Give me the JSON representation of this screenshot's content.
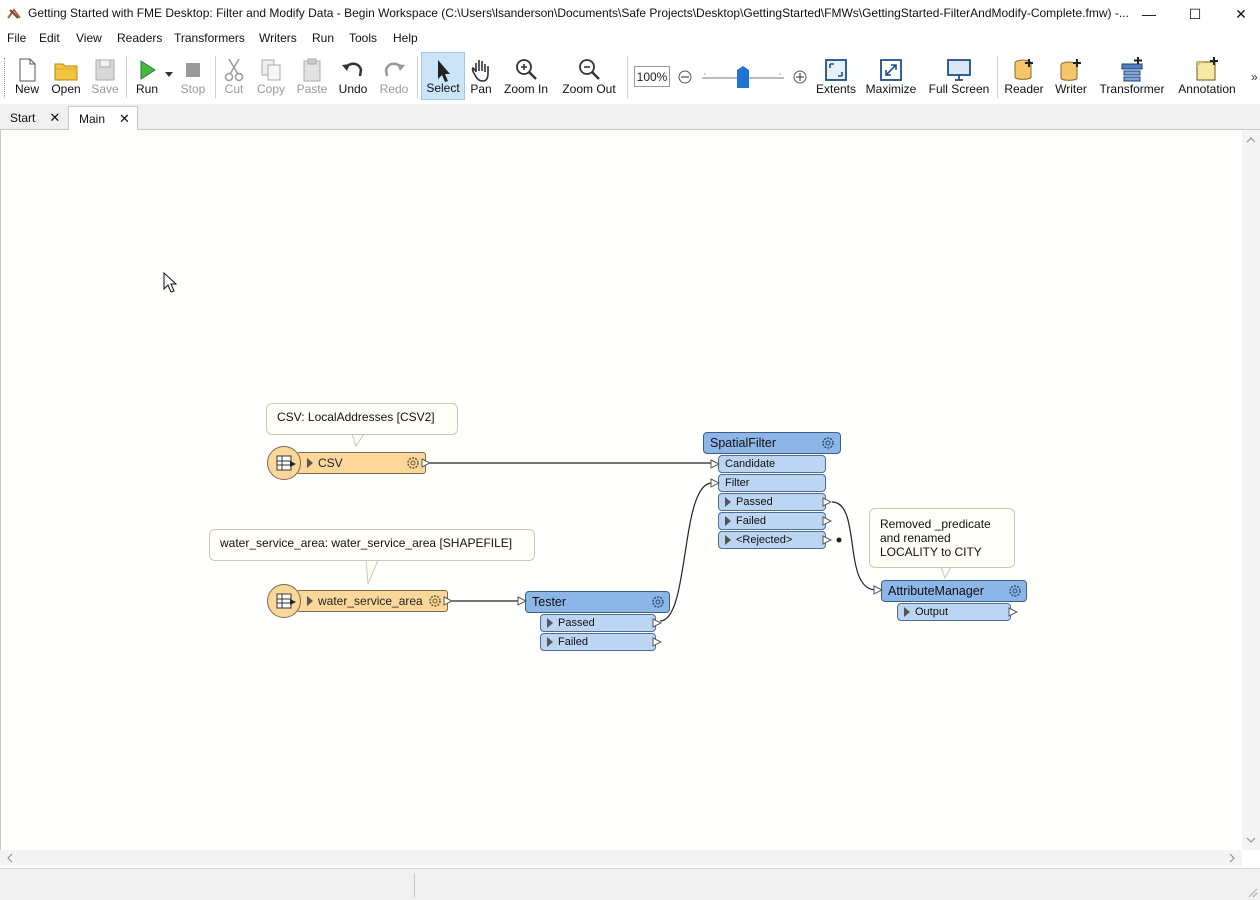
{
  "window": {
    "title": "Getting Started with FME Desktop: Filter and Modify Data - Begin Workspace (C:\\Users\\lsanderson\\Documents\\Safe Projects\\Desktop\\GettingStarted\\FMWs\\GettingStarted-FilterAndModify-Complete.fmw) -...",
    "minimize": "—",
    "maximize": "☐",
    "close": "✕"
  },
  "menu": [
    "File",
    "Edit",
    "View",
    "Readers",
    "Transformers",
    "Writers",
    "Run",
    "Tools",
    "Help"
  ],
  "toolbar": {
    "new": "New",
    "open": "Open",
    "save": "Save",
    "run": "Run",
    "stop": "Stop",
    "cut": "Cut",
    "copy": "Copy",
    "paste": "Paste",
    "undo": "Undo",
    "redo": "Redo",
    "select": "Select",
    "pan": "Pan",
    "zoom_in": "Zoom In",
    "zoom_out": "Zoom Out",
    "zoom_level": "100%",
    "extents": "Extents",
    "maximize": "Maximize",
    "full_screen": "Full Screen",
    "reader": "Reader",
    "writer": "Writer",
    "transformer": "Transformer",
    "annotation": "Annotation",
    "overflow": "»"
  },
  "tabs": [
    {
      "label": "Start",
      "close": "✕"
    },
    {
      "label": "Main",
      "close": "✕"
    }
  ],
  "canvas": {
    "csv_callout": "CSV: LocalAddresses [CSV2]",
    "csv_reader": "CSV",
    "wsa_callout": "water_service_area: water_service_area [SHAPEFILE]",
    "wsa_reader": "water_service_area",
    "tester": {
      "name": "Tester",
      "ports": [
        "Passed",
        "Failed"
      ]
    },
    "spatialfilter": {
      "name": "SpatialFilter",
      "inputs": [
        "Candidate",
        "Filter"
      ],
      "outputs": [
        "Passed",
        "Failed",
        "<Rejected>"
      ]
    },
    "attributemanager": {
      "name": "AttributeManager",
      "ports": [
        "Output"
      ]
    },
    "am_callout": [
      "Removed _predicate",
      "and renamed",
      "LOCALITY to CITY"
    ]
  },
  "colors": {
    "reader": "#fcd79a",
    "transformer": "#8cb6e8",
    "port": "#bcd5f2",
    "selected_tool": "#cce4f7"
  }
}
